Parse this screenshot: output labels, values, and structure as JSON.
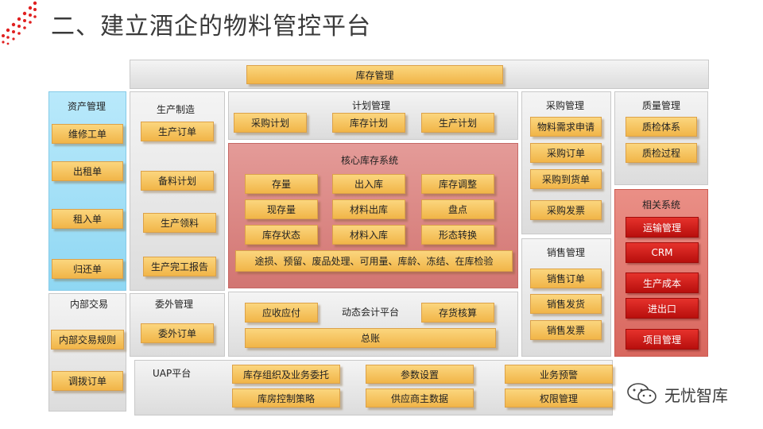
{
  "title": "二、建立酒企的物料管控平台",
  "inventory_top": "库存管理",
  "asset": {
    "title": "资产管理",
    "items": [
      "维修工单",
      "出租单",
      "租入单",
      "归还单"
    ]
  },
  "internal": {
    "title": "内部交易",
    "items": [
      "内部交易规则",
      "调拨订单"
    ]
  },
  "production": {
    "title": "生产制造",
    "items": [
      "生产订单",
      "备料计划",
      "生产领料",
      "生产完工报告"
    ]
  },
  "outsourcing": {
    "title": "委外管理",
    "items": [
      "委外订单"
    ]
  },
  "planning": {
    "title": "计划管理",
    "items": [
      "采购计划",
      "库存计划",
      "生产计划"
    ]
  },
  "core": {
    "title": "核心库存系统",
    "grid": [
      [
        "存量",
        "出入库",
        "库存调整"
      ],
      [
        "现存量",
        "材料出库",
        "盘点"
      ],
      [
        "库存状态",
        "材料入库",
        "形态转换"
      ]
    ],
    "wide": "途损、预留、废品处理、可用量、库龄、冻结、在库检验"
  },
  "accounting": {
    "title": "动态会计平台",
    "left": "应收应付",
    "right": "存货核算",
    "bottom": "总账"
  },
  "uap": {
    "title": "UAP平台",
    "items": [
      "库存组织及业务委托",
      "参数设置",
      "业务预警",
      "库房控制策略",
      "供应商主数据",
      "权限管理"
    ]
  },
  "purchase": {
    "title": "采购管理",
    "items": [
      "物料需求申请",
      "采购订单",
      "采购到货单",
      "采购发票"
    ]
  },
  "sales": {
    "title": "销售管理",
    "items": [
      "销售订单",
      "销售发货",
      "销售发票"
    ]
  },
  "quality": {
    "title": "质量管理",
    "items": [
      "质检体系",
      "质检过程"
    ]
  },
  "related": {
    "title": "相关系统",
    "items": [
      "运输管理",
      "CRM",
      "生产成本",
      "进出口",
      "项目管理"
    ]
  },
  "watermark": "无忧智库",
  "colors": {
    "button_top": "#fbd67e",
    "button_bottom": "#f1b548",
    "red_button": "#c8150f",
    "core_panel": "#d98784",
    "asset_panel": "#a9e2f8",
    "brand_red": "#e02020"
  }
}
